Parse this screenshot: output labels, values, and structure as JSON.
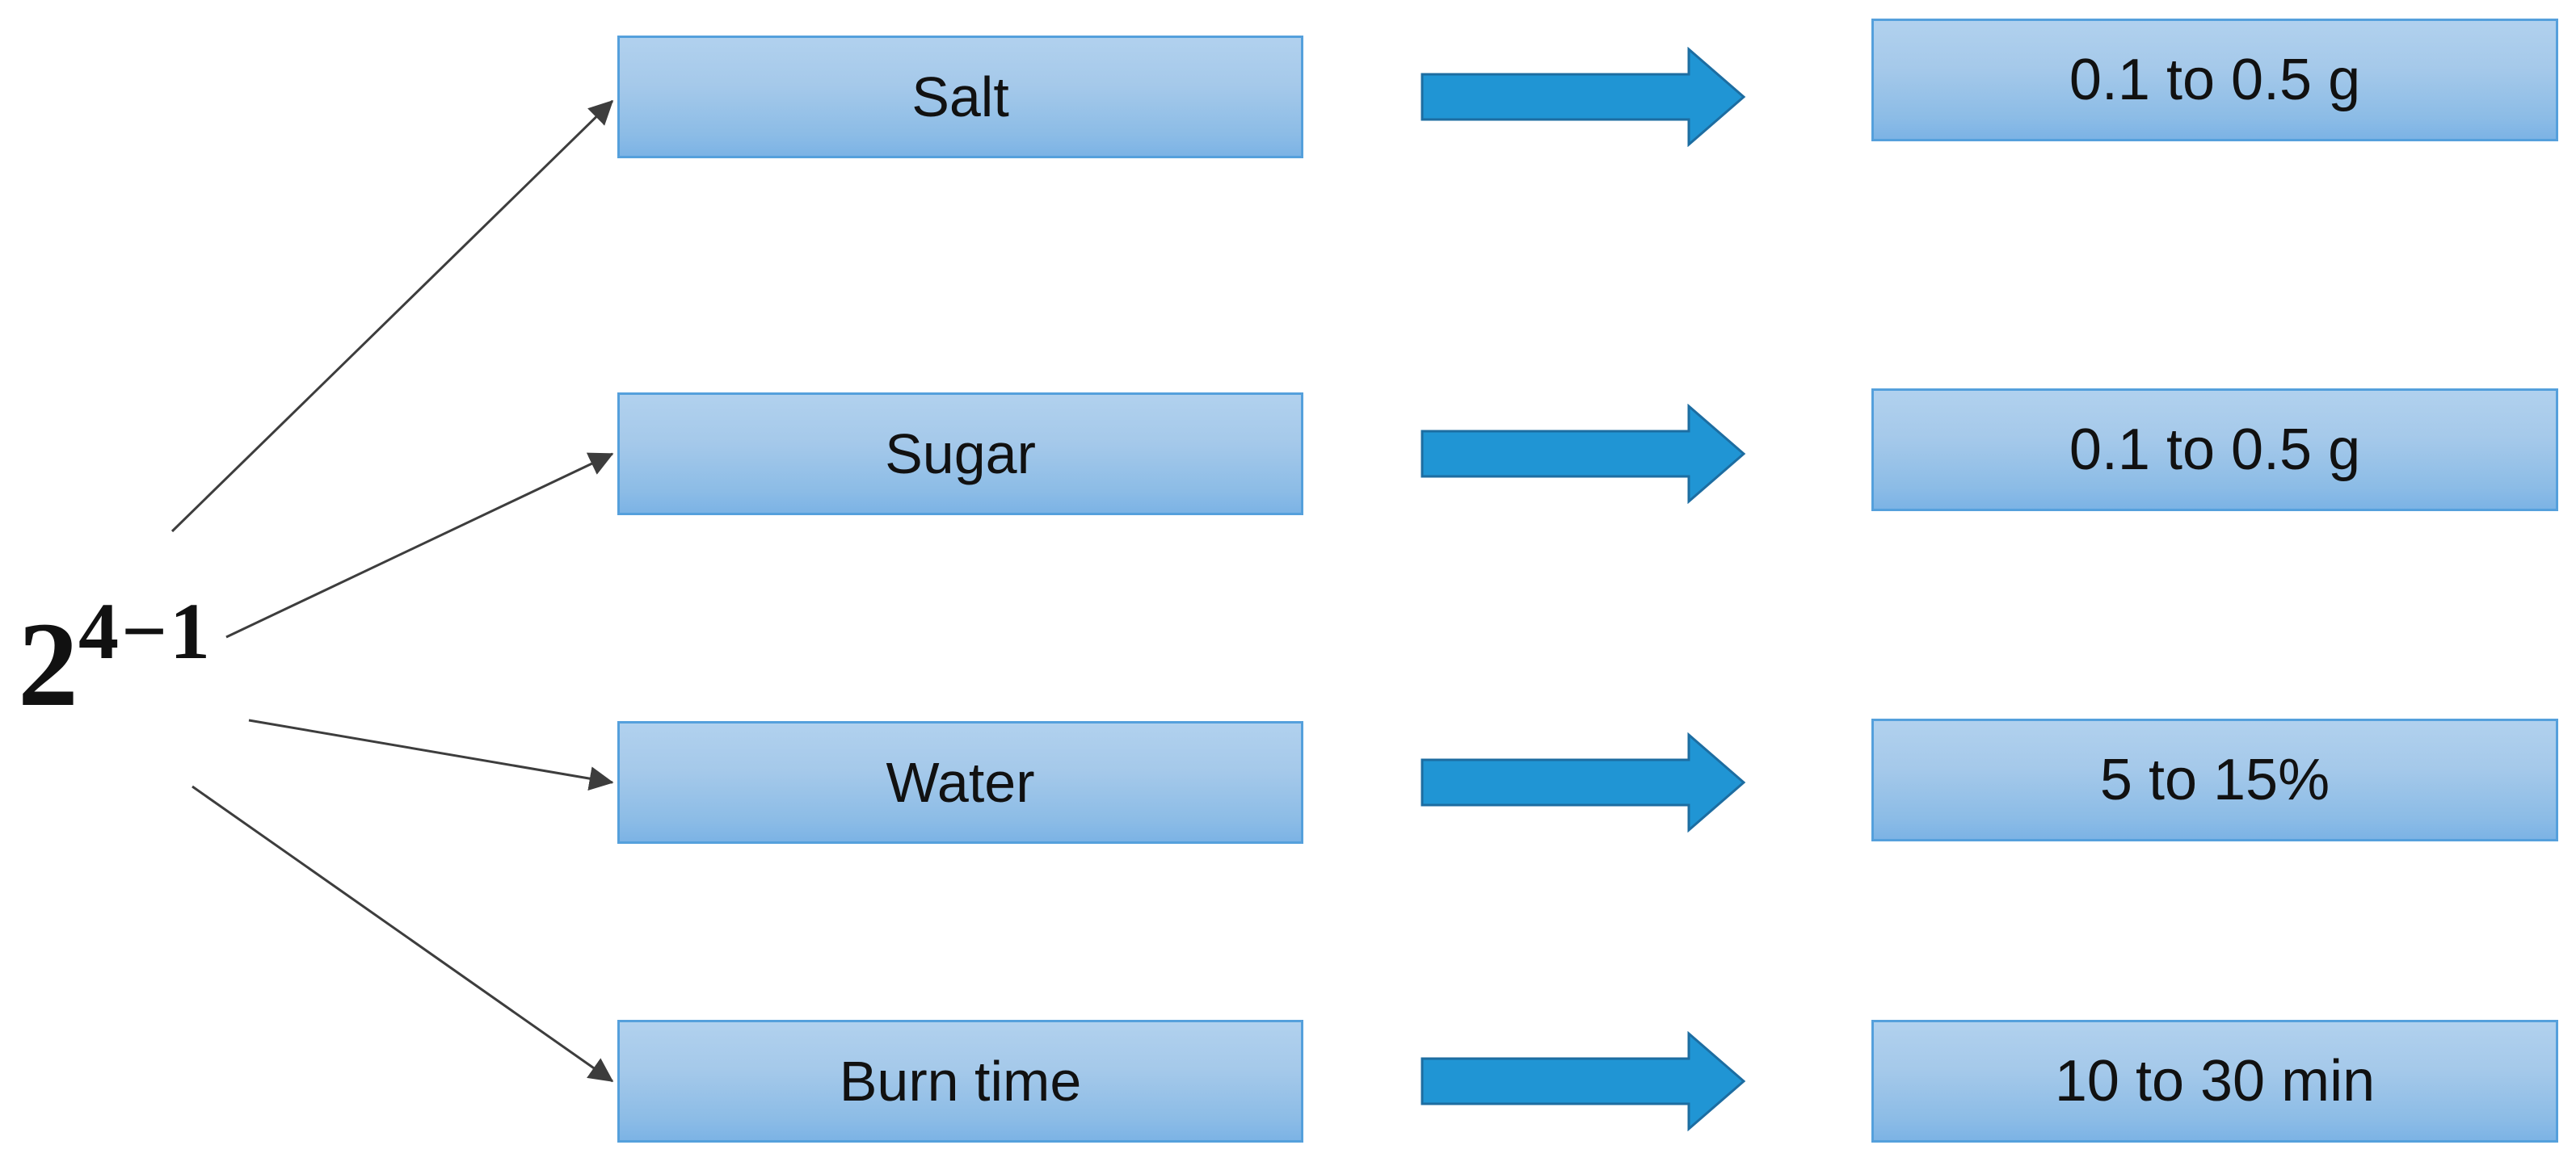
{
  "diagram": {
    "design_label": {
      "base": "2",
      "exponent": "4−1"
    },
    "rows": [
      {
        "factor": "Salt",
        "range": "0.1 to 0.5 g"
      },
      {
        "factor": "Sugar",
        "range": "0.1 to 0.5 g"
      },
      {
        "factor": "Water",
        "range": "5 to 15%"
      },
      {
        "factor": "Burn time",
        "range": "10 to 30 min"
      }
    ],
    "colors": {
      "box-fill-top": "#b1d1ee",
      "box-fill-bottom": "#7cb3e5",
      "box-border": "#55a0dc",
      "arrow-fill": "#2095d4",
      "arrow-stroke": "#1d6da1",
      "connector": "#3d3d3d",
      "text": "#111111"
    }
  }
}
